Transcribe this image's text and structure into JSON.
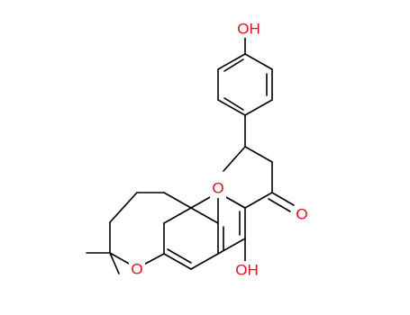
{
  "molecule": {
    "labels": {
      "oh_top": "OH",
      "o_ring_pyranone": "O",
      "o_carbonyl": "O",
      "o_ring_pyran": "O",
      "oh_bottom": "OH"
    },
    "colors": {
      "bond": "#000000",
      "heteroatom": "#e8101a",
      "background": "#ffffff"
    }
  }
}
